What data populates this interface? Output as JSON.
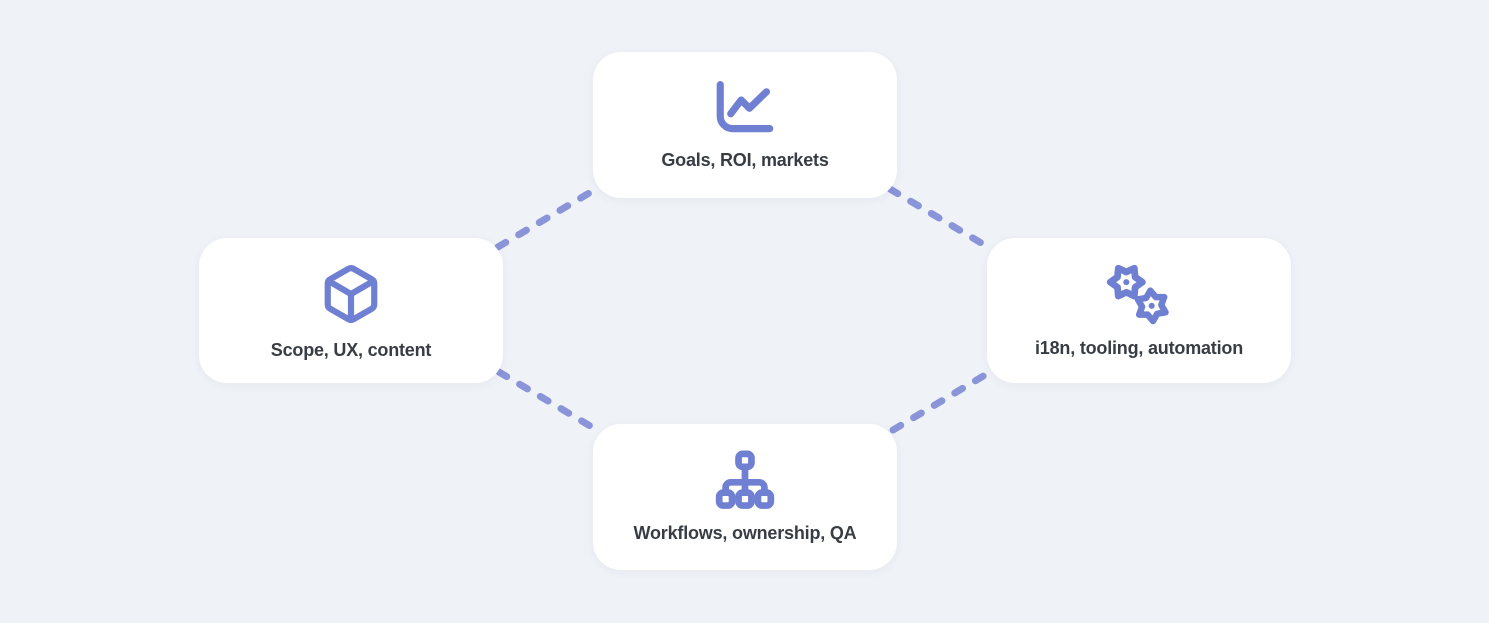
{
  "colors": {
    "background": "#eff3f8",
    "card_background": "#ffffff",
    "icon": "#6f7fd2",
    "connector": "#8a94d9",
    "label_text": "#383d45"
  },
  "diagram": {
    "cards": [
      {
        "position": "top",
        "icon": "line-chart-icon",
        "label": "Goals, ROI, markets"
      },
      {
        "position": "left",
        "icon": "cube-icon",
        "label": "Scope, UX, content"
      },
      {
        "position": "right",
        "icon": "gears-icon",
        "label": "i18n, tooling, automation"
      },
      {
        "position": "bottom",
        "icon": "sitemap-icon",
        "label": "Workflows, ownership, QA"
      }
    ],
    "connectors": [
      {
        "from": "left",
        "to": "top",
        "style": "dashed"
      },
      {
        "from": "top",
        "to": "right",
        "style": "dashed"
      },
      {
        "from": "left",
        "to": "bottom",
        "style": "dashed"
      },
      {
        "from": "bottom",
        "to": "right",
        "style": "dashed"
      }
    ]
  }
}
